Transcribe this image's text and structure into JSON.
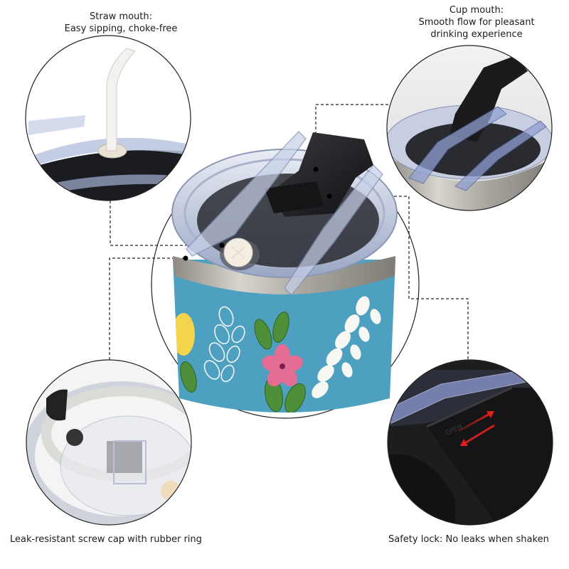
{
  "product": {
    "name": "Floral tumbler with slide lid",
    "body_color": "#4da0bf",
    "steel_color": "#bdbab3",
    "lid_color": "#c5cde0",
    "slider_color": "#1e1e1e"
  },
  "callouts": [
    {
      "id": "straw-mouth",
      "position": "top-left",
      "title": "Straw mouth:",
      "lines": [
        "Straw mouth:",
        "Easy sipping, choke-free"
      ]
    },
    {
      "id": "cup-mouth",
      "position": "top-right",
      "title": "Cup mouth:",
      "lines": [
        "Cup mouth:",
        "Smooth flow for pleasant",
        "drinking experience"
      ]
    },
    {
      "id": "screw-cap",
      "position": "bottom-left",
      "lines": [
        "Leak-resistant screw cap with rubber ring"
      ]
    },
    {
      "id": "safety-lock",
      "position": "bottom-right",
      "lines": [
        "Safety lock: No leaks when shaken"
      ]
    }
  ],
  "icons": {
    "lock_arrows": "double-arrow-icon",
    "arrow_color": "#e0201c"
  }
}
